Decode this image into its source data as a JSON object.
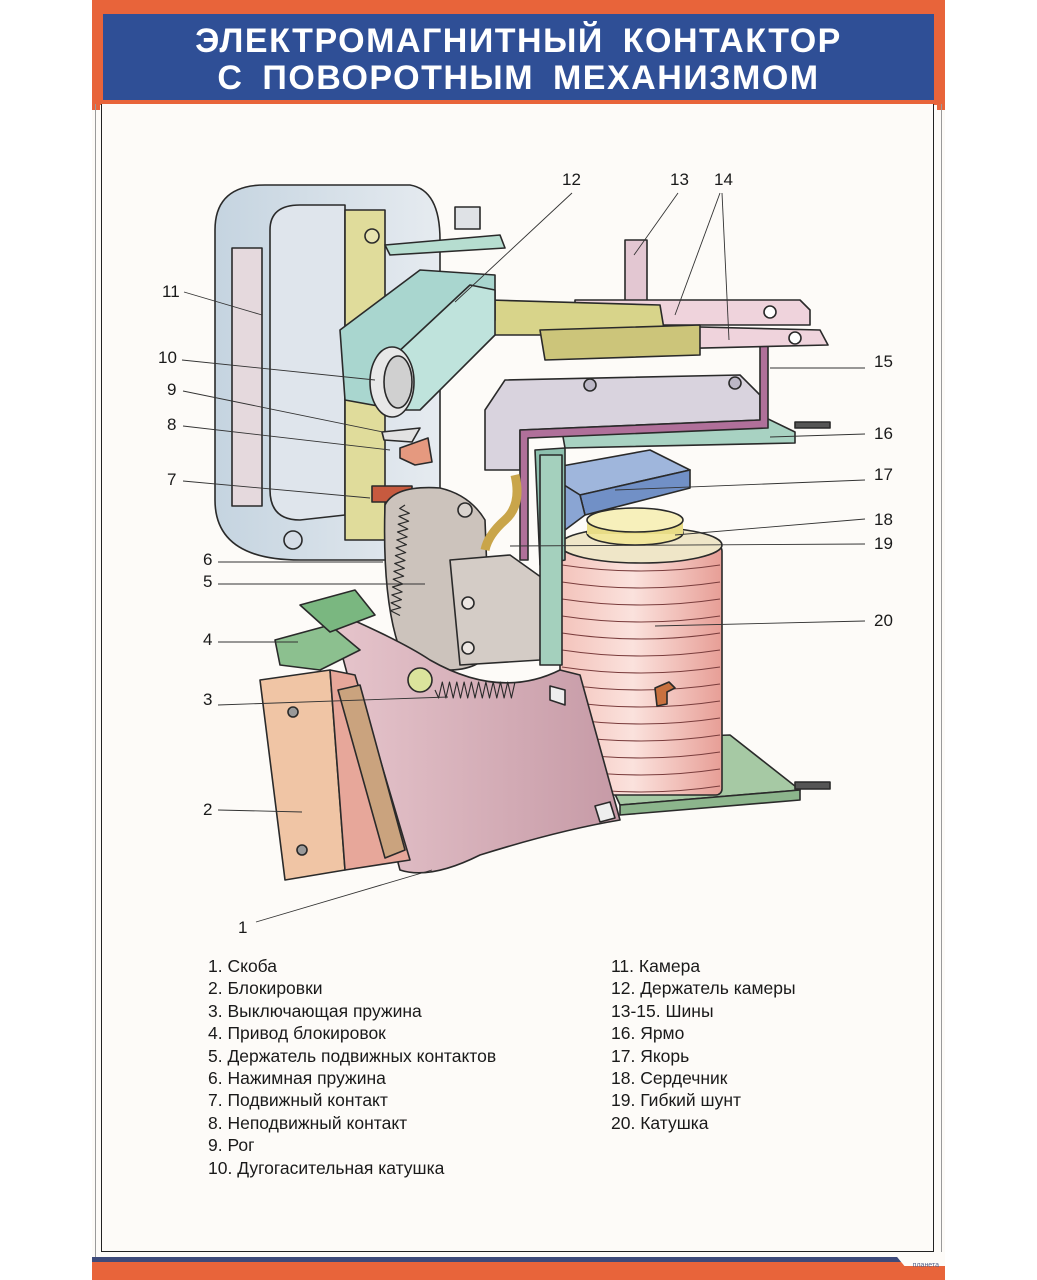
{
  "poster": {
    "title_line_1": "ЭЛЕКТРОМАГНИТНЫЙ КОНТАКТОР",
    "title_line_2": "С ПОВОРОТНЫМ МЕХАНИЗМОМ",
    "publisher_logo": "планета",
    "colors": {
      "header_blue": "#2f4f96",
      "accent_orange": "#e8643a",
      "coil_pink": "#f1b7b0",
      "yoke_green": "#9ec9b3",
      "armature_blue": "#7b98c9",
      "chamber_grey": "#d6dde6",
      "bracket_pink": "#d6a8b2"
    }
  },
  "callouts": [
    "1",
    "2",
    "3",
    "4",
    "5",
    "6",
    "7",
    "8",
    "9",
    "10",
    "11",
    "12",
    "13",
    "14",
    "15",
    "16",
    "17",
    "18",
    "19",
    "20"
  ],
  "legend": {
    "column_1": [
      "1. Скоба",
      "2. Блокировки",
      "3. Выключающая пружина",
      "4. Привод блокировок",
      "5. Держатель подвижных контактов",
      "6. Нажимная пружина",
      "7. Подвижный контакт",
      "8. Неподвижный контакт",
      "9. Рог",
      "10. Дугогасительная катушка"
    ],
    "column_2": [
      "11. Камера",
      "12. Держатель камеры",
      "13-15. Шины",
      "16. Ярмо",
      "17. Якорь",
      "18. Сердечник",
      "19. Гибкий шунт",
      "20. Катушка"
    ]
  }
}
